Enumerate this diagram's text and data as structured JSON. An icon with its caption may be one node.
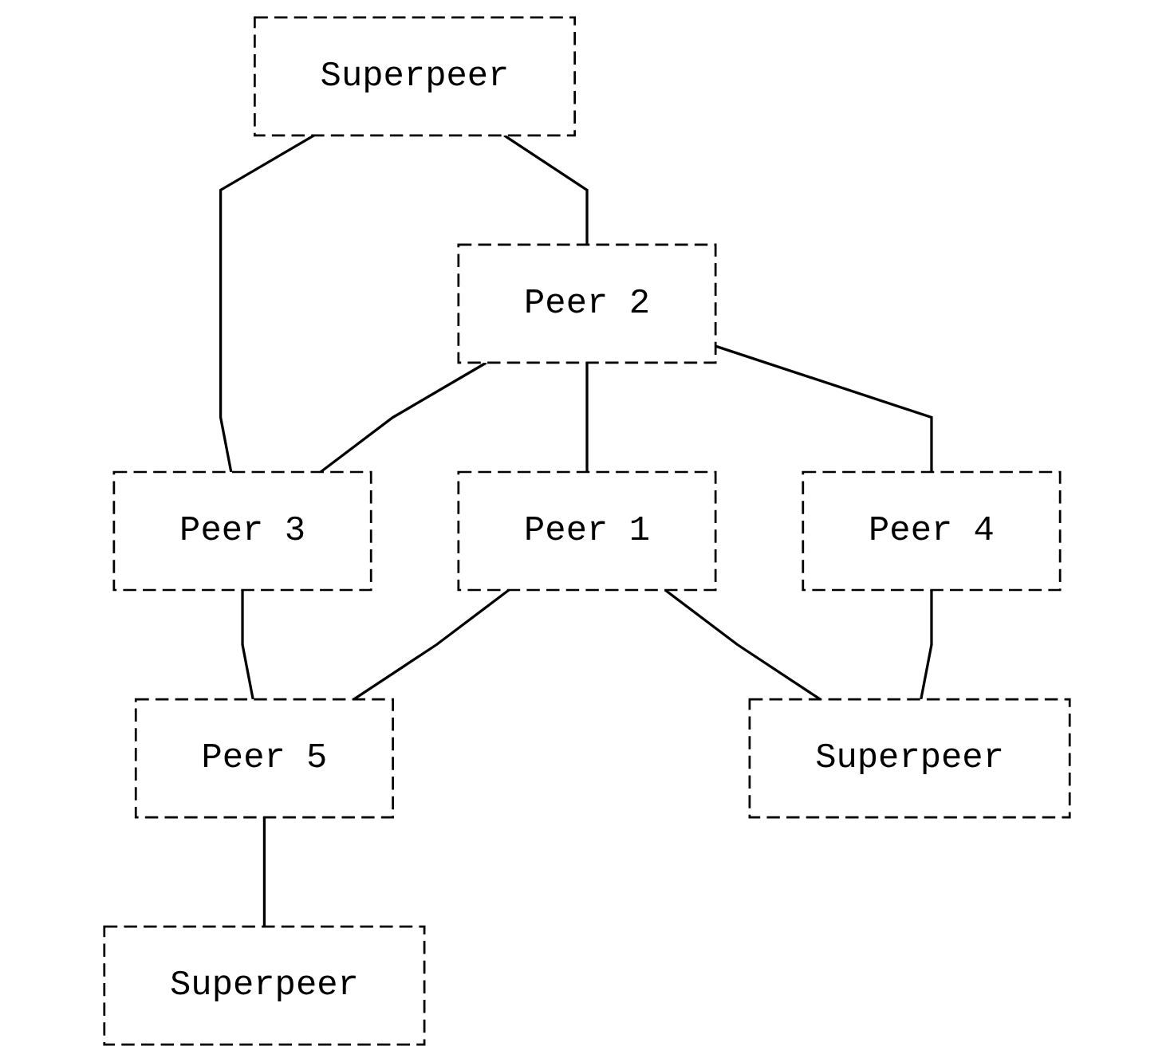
{
  "diagram": {
    "nodes": [
      {
        "text": [
          "Superpeer"
        ]
      },
      {
        "text": [
          "Peer 2"
        ]
      },
      {
        "text": [
          "Peer 3"
        ]
      },
      {
        "text": [
          "Peer 1"
        ]
      },
      {
        "text": [
          "Peer 4"
        ]
      },
      {
        "text": [
          "Peer 5"
        ]
      },
      {
        "text": [
          "Superpeer"
        ]
      },
      {
        "text": [
          "Superpeer"
        ]
      }
    ],
    "edges": [
      {
        "from": 0,
        "to": 1,
        "arrow": "none"
      },
      {
        "from": 0,
        "to": 2,
        "arrow": "none"
      },
      {
        "from": 1,
        "to": 2,
        "arrow": "none"
      },
      {
        "from": 1,
        "to": 3,
        "arrow": "none"
      },
      {
        "from": 1,
        "to": 4,
        "arrow": "none"
      },
      {
        "from": 2,
        "to": 5,
        "arrow": "none"
      },
      {
        "from": 3,
        "to": 7,
        "arrow": "none"
      },
      {
        "from": 3,
        "to": 5,
        "arrow": "none"
      },
      {
        "from": 4,
        "to": 7,
        "arrow": "none"
      },
      {
        "from": 5,
        "to": 6,
        "arrow": "none"
      }
    ]
  }
}
